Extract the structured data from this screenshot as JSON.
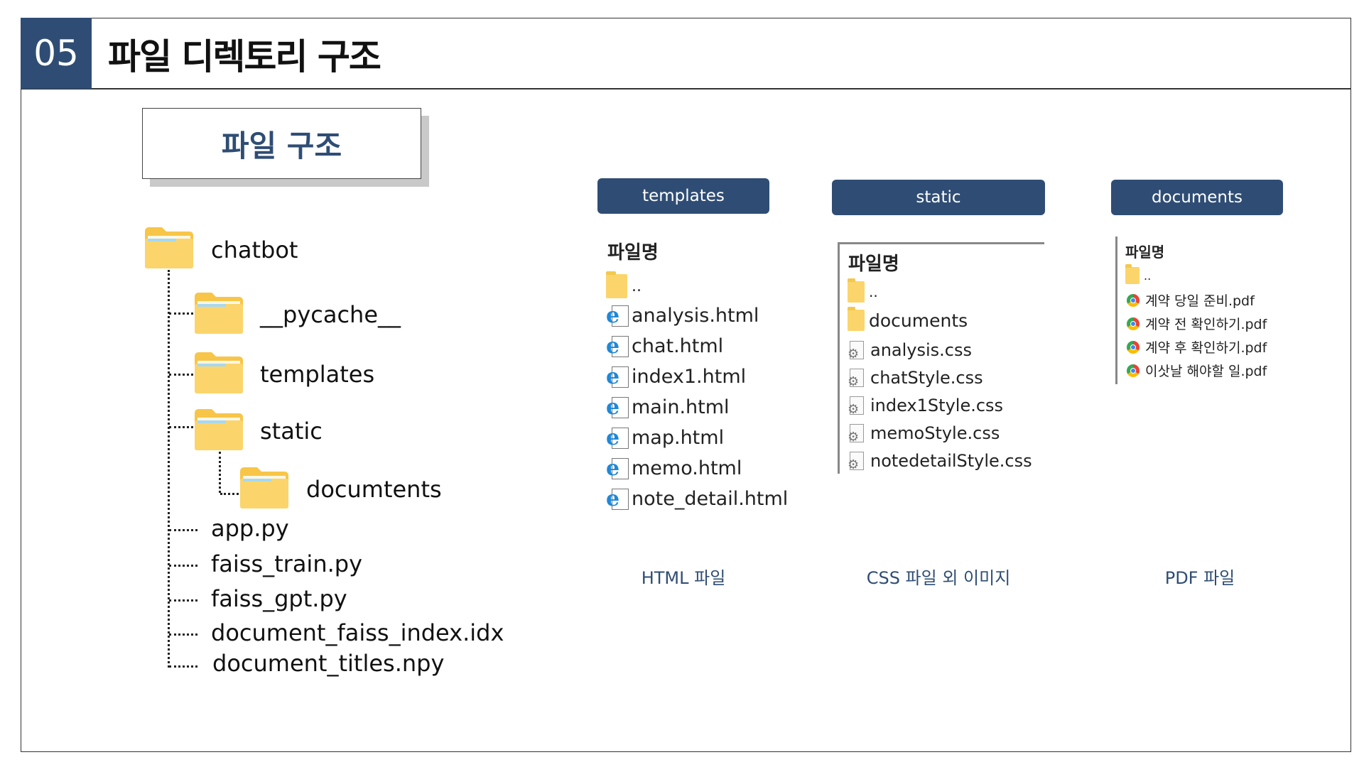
{
  "header": {
    "number": "05",
    "title": "파일 디렉토리 구조"
  },
  "structure": {
    "title": "파일 구조",
    "root": "chatbot",
    "folders": [
      "__pycache__",
      "templates",
      "static",
      "documtents"
    ],
    "files": [
      "app.py",
      "faiss_train.py",
      "faiss_gpt.py",
      "document_faiss_index.idx",
      "document_titles.npy"
    ]
  },
  "panels": {
    "templates": {
      "label": "templates",
      "list_header": "파일명",
      "parent": "..",
      "items": [
        "analysis.html",
        "chat.html",
        "index1.html",
        "main.html",
        "map.html",
        "memo.html",
        "note_detail.html"
      ],
      "caption": "HTML 파일"
    },
    "static": {
      "label": "static",
      "list_header": "파일명",
      "parent": "..",
      "folder_item": "documents",
      "items": [
        "analysis.css",
        "chatStyle.css",
        "index1Style.css",
        "memoStyle.css",
        "notedetailStyle.css"
      ],
      "caption": "CSS 파일 외 이미지"
    },
    "documents": {
      "label": "documents",
      "list_header": "파일명",
      "parent": "..",
      "items": [
        "계약 당일 준비.pdf",
        "계약 전 확인하기.pdf",
        "계약 후 확인하기.pdf",
        "이삿날 해야할 일.pdf"
      ],
      "caption": "PDF 파일"
    }
  },
  "colors": {
    "accent": "#2f4d74",
    "folder": "#fbd56b"
  },
  "icons": {
    "folder": "folder-icon",
    "html": "ie-html-icon",
    "css": "css-file-icon",
    "pdf": "chrome-pdf-icon"
  }
}
